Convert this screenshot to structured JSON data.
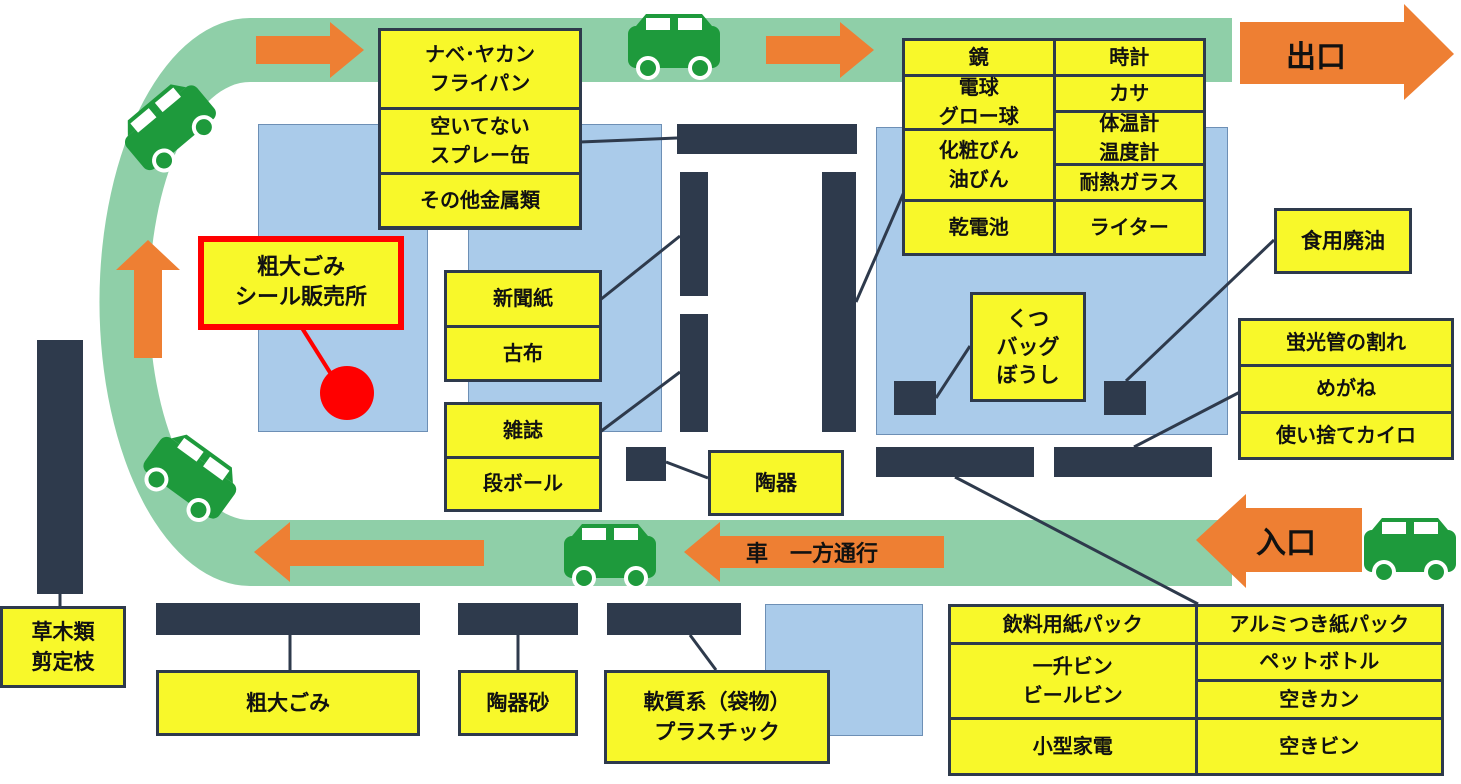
{
  "exit_label": "出口",
  "entrance_label": "入口",
  "one_way_label": "車　一方通行",
  "seal_shop": {
    "line1": "粗大ごみ",
    "line2": "シール販売所"
  },
  "top_metal": {
    "pots_1": "ナベ･ヤカン",
    "pots_2": "フライパン",
    "spray_1": "空いてない",
    "spray_2": "スプレー缶",
    "other_metal": "その他金属類"
  },
  "paper": {
    "newspaper": "新聞紙",
    "old_cloth": "古布",
    "magazine": "雑誌",
    "cardboard": "段ボール"
  },
  "pottery": "陶器",
  "hazard_grid": {
    "mirror": "鏡",
    "clock": "時計",
    "bulb_1": "電球",
    "bulb_2": "グロー球",
    "umbrella": "カサ",
    "thermo_1": "体温計",
    "thermo_2": "温度計",
    "bottle_1": "化粧びん",
    "bottle_2": "油びん",
    "heat_glass": "耐熱ガラス",
    "battery": "乾電池",
    "lighter": "ライター"
  },
  "cooking_oil": "食用廃油",
  "shoes": {
    "l1": "くつ",
    "l2": "バッグ",
    "l3": "ぼうし"
  },
  "misc": {
    "fluorescent": "蛍光管の割れ",
    "glasses": "めがね",
    "kairo": "使い捨てカイロ"
  },
  "plants": {
    "l1": "草木類",
    "l2": "剪定枝"
  },
  "bulky": "粗大ごみ",
  "pottery_sand": "陶器砂",
  "plastic": {
    "l1": "軟質系（袋物）",
    "l2": "プラスチック"
  },
  "recycle_grid": {
    "drink_pack": "飲料用紙パック",
    "alu_pack": "アルミつき紙パック",
    "bottle_1": "一升ビン",
    "bottle_2": "ビールビン",
    "pet": "ペットボトル",
    "can": "空きカン",
    "appliance": "小型家電",
    "empty_bottle": "空きビン"
  },
  "colors": {
    "road": "#8fcfa8",
    "area": "#aacbea",
    "bin": "#2e3a4c",
    "label": "#f8f82a",
    "arrow": "#ee7f33",
    "truck": "#1e9a3c",
    "highlight": "#ff0000"
  }
}
